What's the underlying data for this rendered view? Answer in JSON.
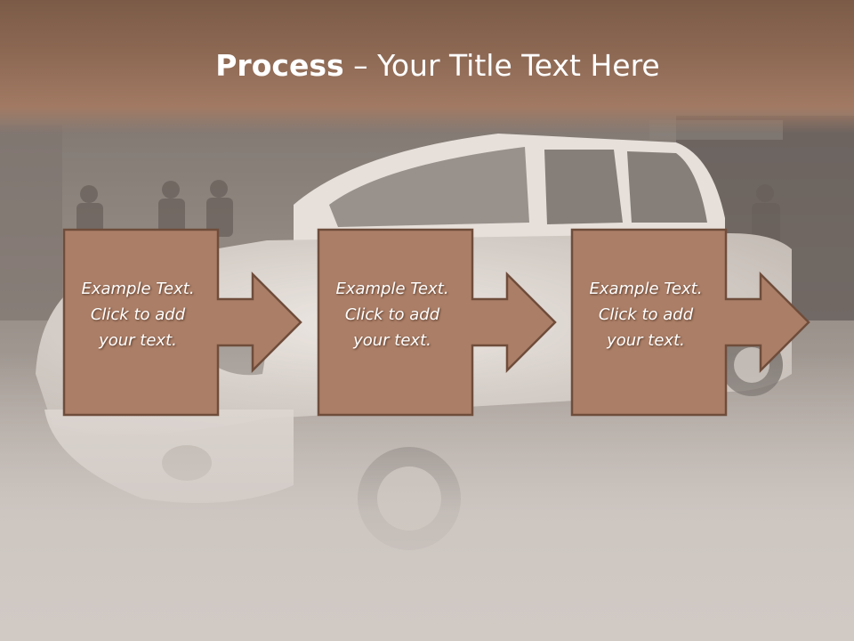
{
  "title": {
    "bold": "Process",
    "dash": " – ",
    "rest": "Your Title Text Here"
  },
  "steps": [
    {
      "lines": [
        "Example Text.",
        "Click  to add",
        "your text."
      ]
    },
    {
      "lines": [
        "Example Text.",
        "Click  to add",
        "your text."
      ]
    },
    {
      "lines": [
        "Example Text.",
        "Click  to add",
        "your text."
      ]
    }
  ],
  "colors": {
    "title_bar": "#8a6652",
    "shape_fill": "#ab7e67",
    "shape_stroke": "#6f4d3b",
    "background": "#cfcac6",
    "text": "#ffffff"
  }
}
